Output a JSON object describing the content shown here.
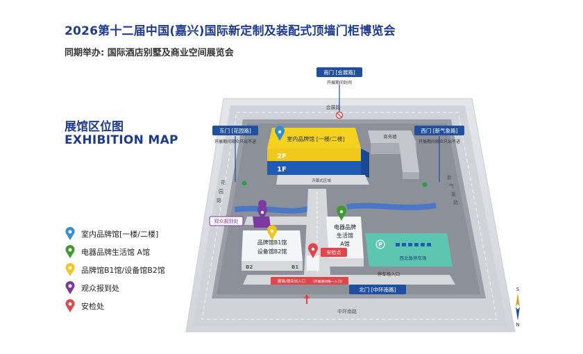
{
  "header": {
    "title": "2026第十二届中国(嘉兴)国际新定制及装配式顶墙门柜博览会",
    "subtitle": "同期举办: 国际酒店别墅及商业空间展览会"
  },
  "map_heading": {
    "cn": "展馆区位图",
    "en": "EXHIBITION MAP"
  },
  "gates": {
    "south": {
      "label": "南门 [会展路]",
      "note": "开展期间封闭"
    },
    "east": {
      "label": "东门 [花园路]",
      "note": "开展期间观众只出不进"
    },
    "west": {
      "label": "西门 [新气象路]",
      "note": "开展期间观众只出不进"
    },
    "north": {
      "label": "北门 [中环南路]"
    }
  },
  "roads": {
    "top": "会展路",
    "left": [
      "花",
      "园",
      "路"
    ],
    "right": [
      "新",
      "气",
      "象",
      "路"
    ],
    "bottom": "中环南路"
  },
  "buildings": {
    "main": {
      "label": "室内品牌馆 [一楼/二楼]",
      "floor2": "2F",
      "floor1": "1F",
      "plaza": "开幕式区域"
    },
    "business": {
      "label": "商务楼"
    },
    "appliance": {
      "lines": [
        "电器品牌",
        "生活馆",
        "A馆"
      ]
    },
    "brand_b": {
      "lines": [
        "品牌馆B1馆",
        "设备馆B2馆"
      ],
      "b2": "B2",
      "b1": "B1"
    }
  },
  "spots": {
    "registration": "观众报到处",
    "security": "安检点",
    "parking": "西北角停车场",
    "parking_symbol": "P",
    "parking_entry": "停车场入口",
    "exhibitor_entry": "展商/观众出入口",
    "exhibitor_note": "(开展期间唯一入口)"
  },
  "compass": {
    "s": "S",
    "n": "N"
  },
  "legend": [
    {
      "label": "室内品牌馆[一楼/二楼]",
      "color": "#2f8fd6"
    },
    {
      "label": "电器品牌生活馆 A馆",
      "color": "#3e9a2b"
    },
    {
      "label": "品牌馆B1馆/设备馆B2馆",
      "color": "#f3c51b"
    },
    {
      "label": "观众报到处",
      "color": "#7a3aa0"
    },
    {
      "label": "安检处",
      "color": "#e0454a"
    }
  ],
  "colors": {
    "brand_blue": "#1d3a8f",
    "gate_blue": "#1f4f9e",
    "main_yellow": "#f4d21f",
    "main_blue": "#1f5bb5",
    "teal": "#5cc6b0",
    "river": "#4a78c8",
    "security_red": "#e0454a",
    "purple": "#7a3aa0"
  }
}
